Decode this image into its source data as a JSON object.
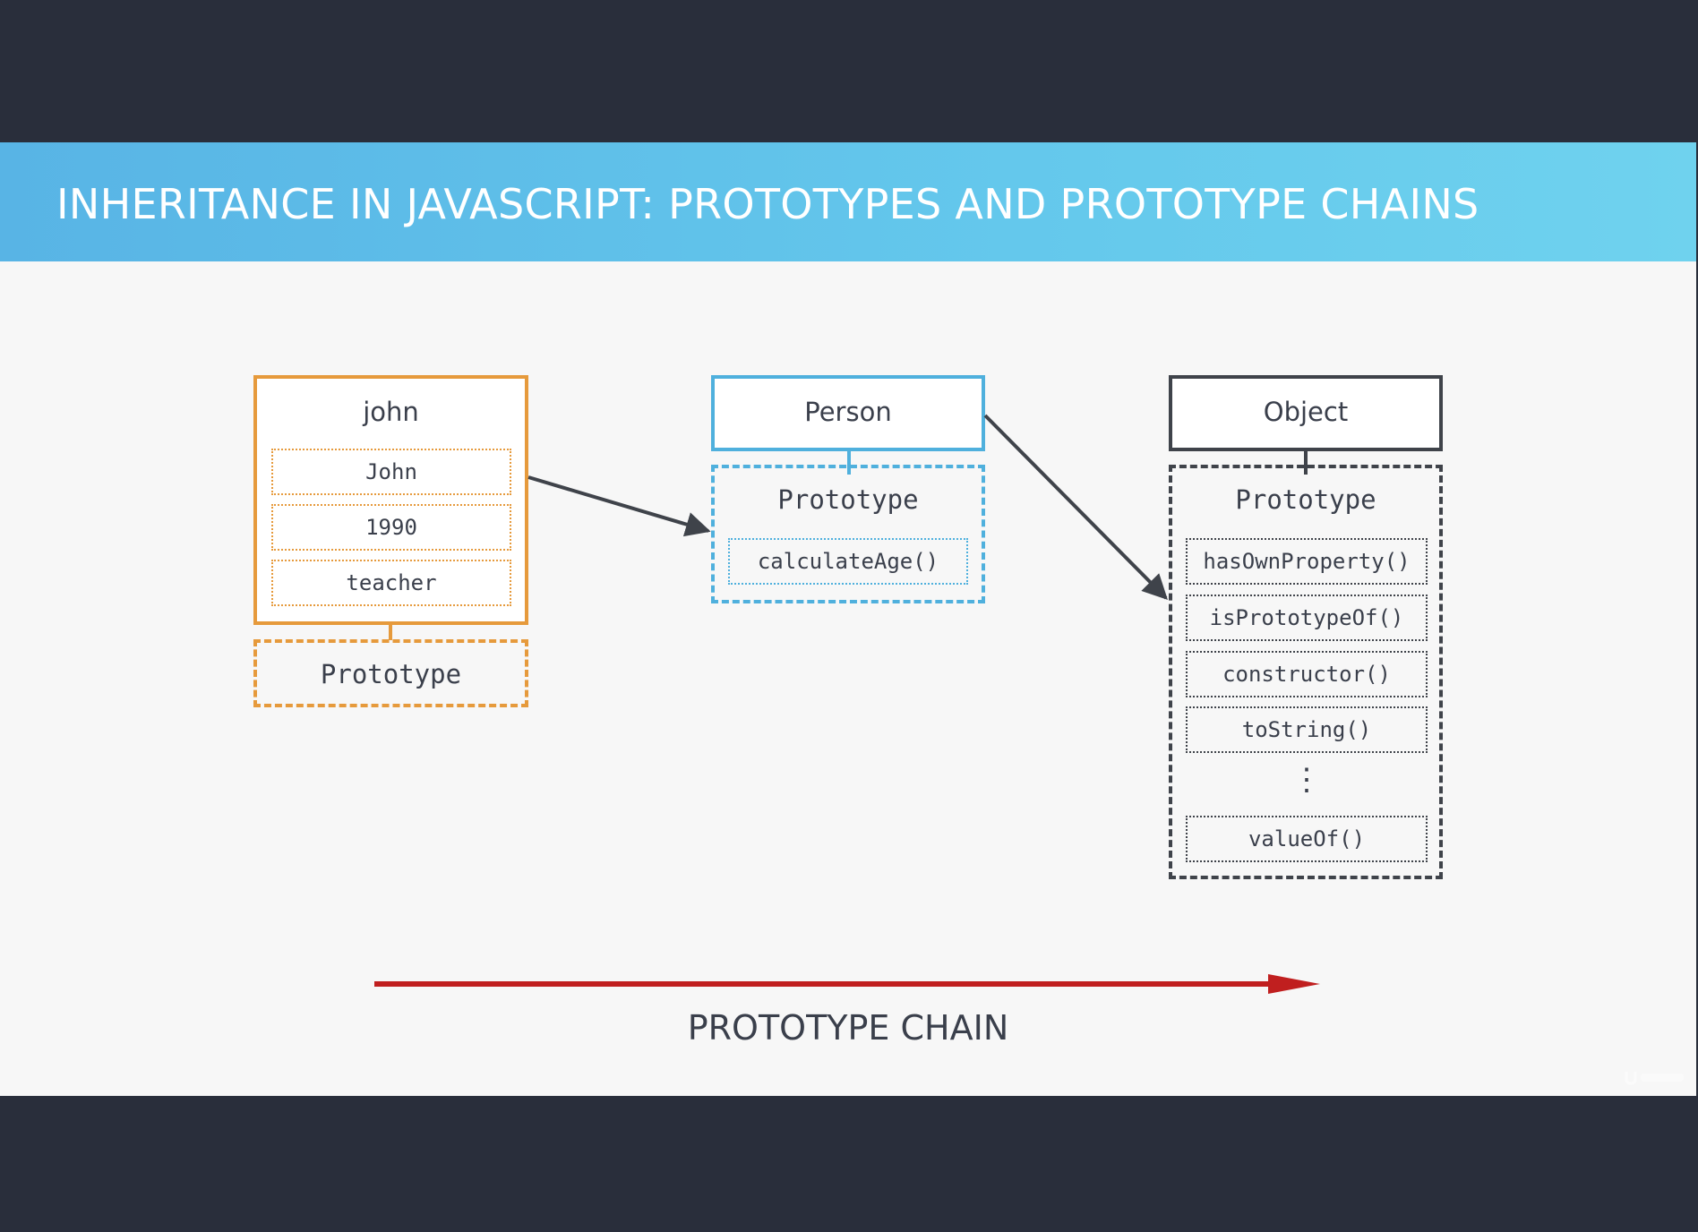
{
  "slide": {
    "title": "INHERITANCE IN JAVASCRIPT: PROTOTYPES AND PROTOTYPE CHAINS"
  },
  "john": {
    "title": "john",
    "properties": [
      "John",
      "1990",
      "teacher"
    ],
    "prototype_label": "Prototype",
    "color": "#e69a3c"
  },
  "person": {
    "title": "Person",
    "prototype_label": "Prototype",
    "methods": [
      "calculateAge()"
    ],
    "color": "#4fb0dd"
  },
  "object": {
    "title": "Object",
    "prototype_label": "Prototype",
    "methods": [
      "hasOwnProperty()",
      "isPrototypeOf()",
      "constructor()",
      "toString()"
    ],
    "ellipsis": "⋮",
    "last_method": "valueOf()",
    "color": "#3f434a"
  },
  "chain": {
    "label": "PROTOTYPE CHAIN",
    "color": "#c01f1f"
  },
  "watermark": {
    "brand_icon": "udemy-logo-icon"
  }
}
